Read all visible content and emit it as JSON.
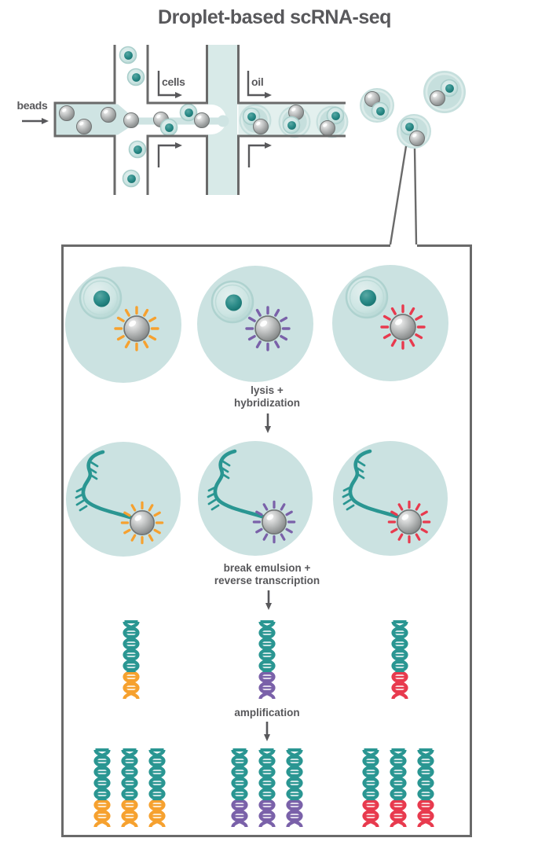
{
  "title": "Droplet-based scRNA-seq",
  "device": {
    "labels": {
      "beads": "beads",
      "cells": "cells",
      "oil": "oil"
    }
  },
  "steps": {
    "lysis": {
      "line1": "lysis +",
      "line2": "hybridization"
    },
    "break_emulsion": {
      "line1": "break emulsion +",
      "line2": "reverse transcription"
    },
    "amplification": {
      "line1": "amplification"
    }
  },
  "barcode_colors": [
    "orange",
    "purple",
    "red"
  ],
  "colors": {
    "text": "#58585b",
    "outline": "#6a6a6a",
    "teal_fill": "#cfe4e3",
    "teal_oil": "#d8eae8",
    "teal_channel": "#e3f0ee",
    "droplet": "#cbe2e1",
    "droplet_small": "#c6dfdd",
    "dna_teal": "#2a9692",
    "barcode_orange": "#f6a12f",
    "barcode_purple": "#7a61a9",
    "barcode_red": "#e83a4e",
    "cell_nucleus": "#2f8e8b"
  }
}
